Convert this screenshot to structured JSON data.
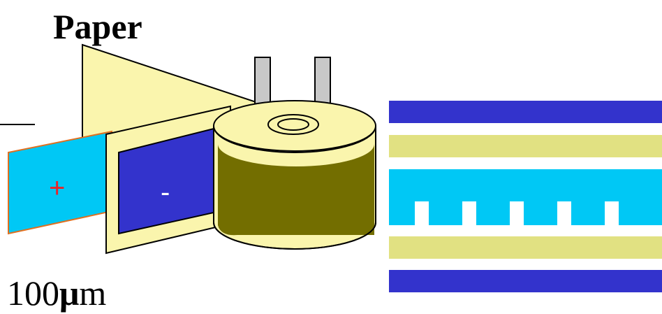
{
  "labels": {
    "paper": "Paper",
    "plus": "+",
    "minus": "-",
    "scale_number": "100",
    "scale_mu": "μ",
    "scale_unit": "m"
  },
  "colors": {
    "paper": "#faf5ad",
    "positive_foil": "#00c8f5",
    "negative_foil": "#3333cc",
    "winding": "#736e00",
    "terminal": "#c8c8c8",
    "layer_paper": "#e1e182",
    "plus_sign": "#e8242a",
    "minus_sign": "#ffffff",
    "foil_edge": "#e07020"
  },
  "layer_stack": [
    "negative-foil",
    "paper",
    "positive-foil",
    "paper",
    "negative-foil"
  ]
}
